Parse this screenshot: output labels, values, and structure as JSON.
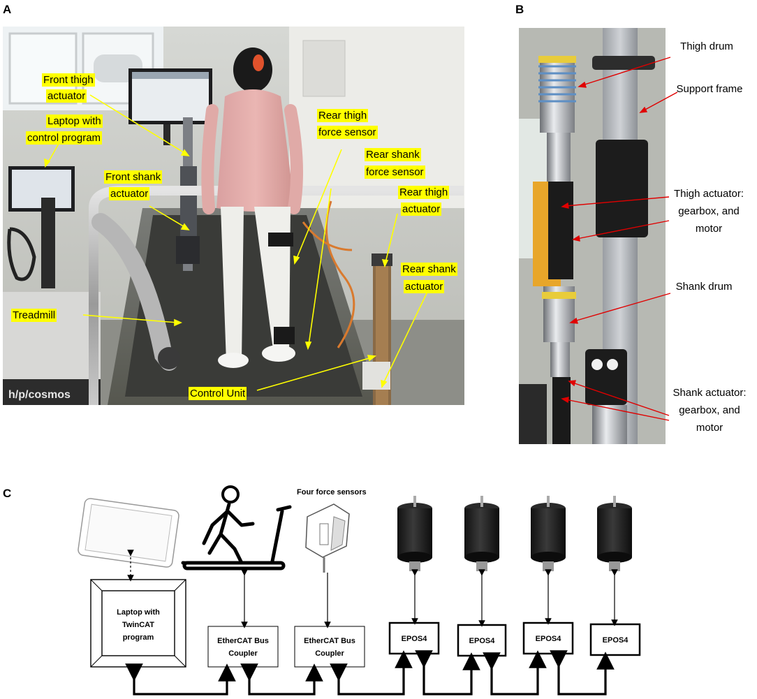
{
  "panels": {
    "a": "A",
    "b": "B",
    "c": "C"
  },
  "panel_a": {
    "labels": {
      "front_thigh_1": "Front thigh",
      "front_thigh_2": "actuator",
      "laptop_1": "Laptop with",
      "laptop_2": "control program",
      "front_shank_1": "Front shank",
      "front_shank_2": "actuator",
      "treadmill": "Treadmill",
      "rear_thigh_force_1": "Rear thigh",
      "rear_thigh_force_2": "force sensor",
      "rear_shank_force_1": "Rear shank",
      "rear_shank_force_2": "force sensor",
      "rear_thigh_act_1": "Rear thigh",
      "rear_thigh_act_2": "actuator",
      "rear_shank_act_1": "Rear shank",
      "rear_shank_act_2": "actuator",
      "control_unit": "Control Unit"
    },
    "treadmill_brand": "h/p/cosmos",
    "label_bg_color": "#ffff00",
    "arrow_color": "#ffff00"
  },
  "panel_b": {
    "labels": {
      "thigh_drum": "Thigh drum",
      "support_frame": "Support frame",
      "thigh_actuator_1": "Thigh actuator:",
      "thigh_actuator_2": "gearbox, and",
      "thigh_actuator_3": "motor",
      "shank_drum": "Shank drum",
      "shank_actuator_1": "Shank actuator:",
      "shank_actuator_2": "gearbox, and",
      "shank_actuator_3": "motor"
    },
    "arrow_color": "#e00000"
  },
  "panel_c": {
    "sensor_title": "Four force sensors",
    "laptop_box_1": "Laptop with",
    "laptop_box_2": "TwinCAT",
    "laptop_box_3": "program",
    "coupler_1_line1": "EtherCAT Bus",
    "coupler_1_line2": "Coupler",
    "coupler_2_line1": "EtherCAT Bus",
    "coupler_2_line2": "Coupler",
    "epos": [
      "EPOS4",
      "EPOS4",
      "EPOS4",
      "EPOS4"
    ],
    "icons": [
      "tablet-icon",
      "treadmill-walker-icon",
      "force-sensor-icon",
      "motor-icon"
    ]
  }
}
